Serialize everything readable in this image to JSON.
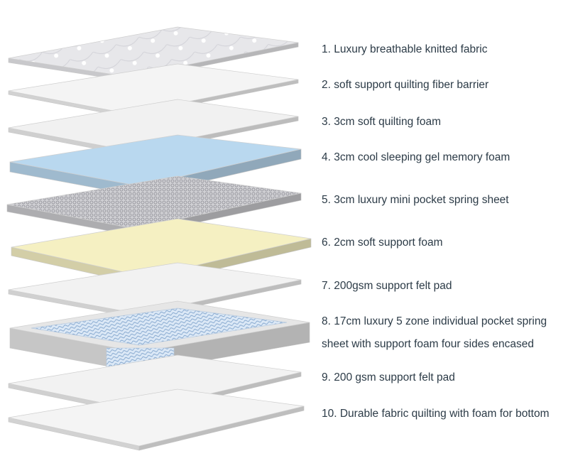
{
  "layers": [
    {
      "label": "1.  Luxury breathable knitted fabric",
      "material": "knitted-fabric",
      "color": "#e9e9ec"
    },
    {
      "label": "2.  soft support quilting fiber barrier",
      "material": "fiber-barrier",
      "color": "#f4f4f4"
    },
    {
      "label": "3.  3cm soft quilting foam",
      "material": "quilting-foam",
      "color": "#f1f1f1"
    },
    {
      "label": "4.  3cm cool sleeping gel memory foam",
      "material": "gel-memory-foam",
      "color": "#b9d8ef"
    },
    {
      "label": "5.  3cm luxury mini pocket spring sheet",
      "material": "mini-pocket-springs",
      "color": "#c9c9cd"
    },
    {
      "label": "6.  2cm soft support foam",
      "material": "support-foam",
      "color": "#f5f0c2"
    },
    {
      "label": "7.  200gsm support felt pad",
      "material": "felt-pad",
      "color": "#f2f2f2"
    },
    {
      "label": [
        "8.  17cm luxury 5 zone individual pocket spring",
        "sheet with support foam four sides encased"
      ],
      "material": "pocket-spring-core",
      "color": "#e6e6e6"
    },
    {
      "label": "9.  200 gsm support felt pad",
      "material": "felt-pad",
      "color": "#f2f2f2"
    },
    {
      "label": "10.  Durable fabric quilting with foam for bottom",
      "material": "bottom-fabric",
      "color": "#f4f4f4"
    }
  ]
}
